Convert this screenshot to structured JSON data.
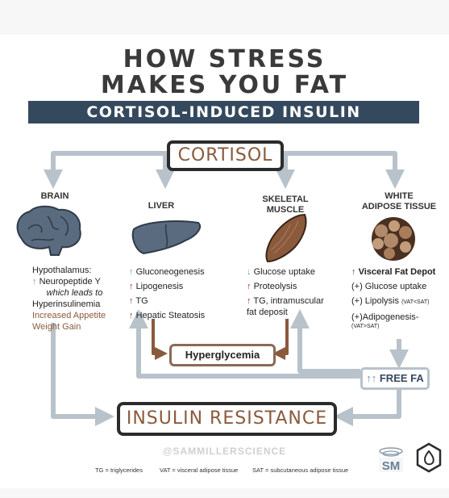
{
  "title_line1": "HOW STRESS",
  "title_line2": "MAKES YOU FAT",
  "subtitle": "CORTISOL-INDUCED INSULIN RESISTANCE",
  "cortisol": "CORTISOL",
  "brain": {
    "label": "BRAIN",
    "line1": "Hypothalamus:",
    "line2_arrow": "↑",
    "line2": "Neuropeptide Y",
    "line3": "which leads to",
    "line4": "Hyperinsulinemia",
    "line5": "Increased Appetite",
    "line6": "Weight Gain"
  },
  "liver": {
    "label": "LIVER",
    "items": [
      {
        "arrow": "↑",
        "text": "Gluconeogenesis"
      },
      {
        "arrow": "↑",
        "text": "Lipogenesis"
      },
      {
        "arrow": "↑",
        "text": "TG"
      },
      {
        "arrow": "↑",
        "text": "Hepatic Steatosis"
      }
    ]
  },
  "muscle": {
    "label_line1": "SKELETAL",
    "label_line2": "MUSCLE",
    "items": [
      {
        "arrow": "↓",
        "text": "Glucose uptake"
      },
      {
        "arrow": "↑",
        "text": "Proteolysis"
      },
      {
        "arrow": "↑",
        "text": "TG, intramuscular"
      },
      {
        "arrow": "",
        "text": "fat deposit"
      }
    ]
  },
  "adipose": {
    "label_line1": "WHITE",
    "label_line2": "ADIPOSE TISSUE",
    "items": [
      {
        "arrow": "↑",
        "text": "Visceral Fat Depot"
      },
      {
        "arrow": "",
        "text": "(+) Glucose uptake"
      },
      {
        "arrow": "",
        "text": "(+) Lipolysis",
        "small": "(VAT<SAT)"
      },
      {
        "arrow": "",
        "text": "(+)Adipogenesis-",
        "small": "(VAT>SAT)"
      }
    ]
  },
  "hyperglycemia": "Hyperglycemia",
  "free_fa_arrows": "↑↑",
  "free_fa": "FREE FA",
  "insulin_resistance": "INSULIN RESISTANCE",
  "handle": "@SAMMILLERSCIENCE",
  "footnotes": {
    "tg": "TG = triglycerides",
    "vat": "VAT = visceral adipose tissue",
    "sat": "SAT = subcutaneous adipose tissue"
  },
  "logo_text": "SM",
  "colors": {
    "banner": "#35495e",
    "accent_brown": "#8a5a3c",
    "arrow_gray": "#b8c2cb",
    "arrow_brown": "#8a5a3c",
    "up_arrow": "#8b3a2a",
    "down_arrow": "#7a93a8"
  }
}
